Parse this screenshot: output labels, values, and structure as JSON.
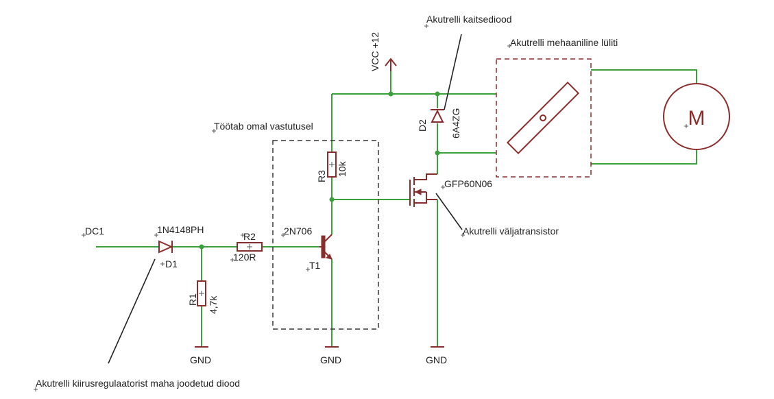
{
  "diagram": {
    "type": "schematic",
    "colors": {
      "wire": "#3aa03a",
      "symbol": "#8b2c2c",
      "text": "#222222",
      "frame": "#333333"
    },
    "annotations": {
      "diode_protection": "Akutrelli kaitsediood",
      "mechanical_switch": "Akutrelli mehaaniline lüliti",
      "own_risk": "Töötab omal vastutusel",
      "field_transistor": "Akutrelli väljatransistor",
      "speed_regulator_diode": "Akutrelli kiirusregulaatorist maha joodetud diood"
    },
    "power": {
      "vcc_label": "VCC +12"
    },
    "components": {
      "dc1": {
        "name": "DC1"
      },
      "d1": {
        "name": "D1",
        "value": "1N4148PH"
      },
      "r1": {
        "name": "R1",
        "value": "4,7k"
      },
      "r2": {
        "name": "R2",
        "value": "120R"
      },
      "r3": {
        "name": "R3",
        "value": "10k"
      },
      "t1": {
        "name": "T1",
        "value": "2N706"
      },
      "d2": {
        "name": "D2",
        "value": "6A4ZG"
      },
      "q1": {
        "value": "GFP60N06"
      },
      "motor": {
        "name": "M"
      }
    },
    "grounds": [
      {
        "label": "GND"
      },
      {
        "label": "GND"
      },
      {
        "label": "GND"
      }
    ]
  }
}
